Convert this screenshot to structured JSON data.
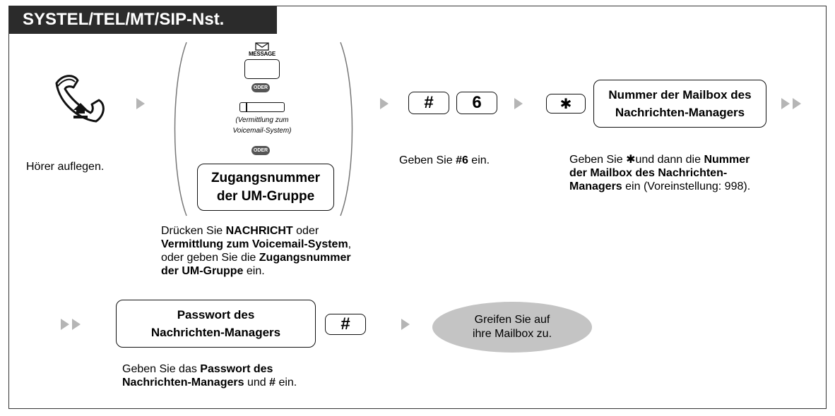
{
  "title": "SYSTEL/TEL/MT/SIP-Nst.",
  "icons": {
    "handset": "handset-hang-up-icon",
    "message_key": "message-key-icon"
  },
  "step1": {
    "caption": "Hörer auflegen."
  },
  "step2": {
    "message_label": "MESSAGE",
    "oder": "ODER",
    "voicemail_note_line1": "(Vermittlung zum",
    "voicemail_note_line2": "Voicemail-System)",
    "box_line1": "Zugangsnummer",
    "box_line2": "der UM-Gruppe",
    "caption": {
      "l1_a": "Drücken Sie ",
      "l1_b": "NACHRICHT",
      "l1_c": " oder",
      "l2_a": "Vermittlung zum Voicemail-System",
      "l2_b": ",",
      "l3_a": "oder geben Sie die ",
      "l3_b": "Zugangsnummer",
      "l4_a": "der UM-Gruppe",
      "l4_b": " ein."
    }
  },
  "step3": {
    "key1": "#",
    "key2": "6",
    "caption": {
      "a": "Geben Sie ",
      "b": "#6",
      "c": " ein."
    }
  },
  "step4": {
    "key": "✱",
    "box_line1": "Nummer der Mailbox des",
    "box_line2": "Nachrichten-Managers",
    "caption": {
      "l1_a": "Geben Sie ",
      "l1_star": "✱",
      "l1_b": "und dann die ",
      "l1_c": "Nummer",
      "l2": "der Mailbox des Nachrichten-",
      "l3_a": "Managers",
      "l3_b": " ein (Voreinstellung: 998)."
    }
  },
  "step5": {
    "box_line1": "Passwort des",
    "box_line2": "Nachrichten-Managers",
    "key": "#",
    "caption": {
      "l1_a": "Geben Sie das ",
      "l1_b": "Passwort des",
      "l2_a": "Nachrichten-Managers",
      "l2_b": " und ",
      "l2_c": "#",
      "l2_d": " ein."
    }
  },
  "result": {
    "line1": "Greifen Sie auf",
    "line2": "ihre Mailbox zu."
  },
  "colors": {
    "title_bg": "#2b2b2b",
    "arrow": "#b5b5b5",
    "result_bg": "#c4c4c4"
  }
}
